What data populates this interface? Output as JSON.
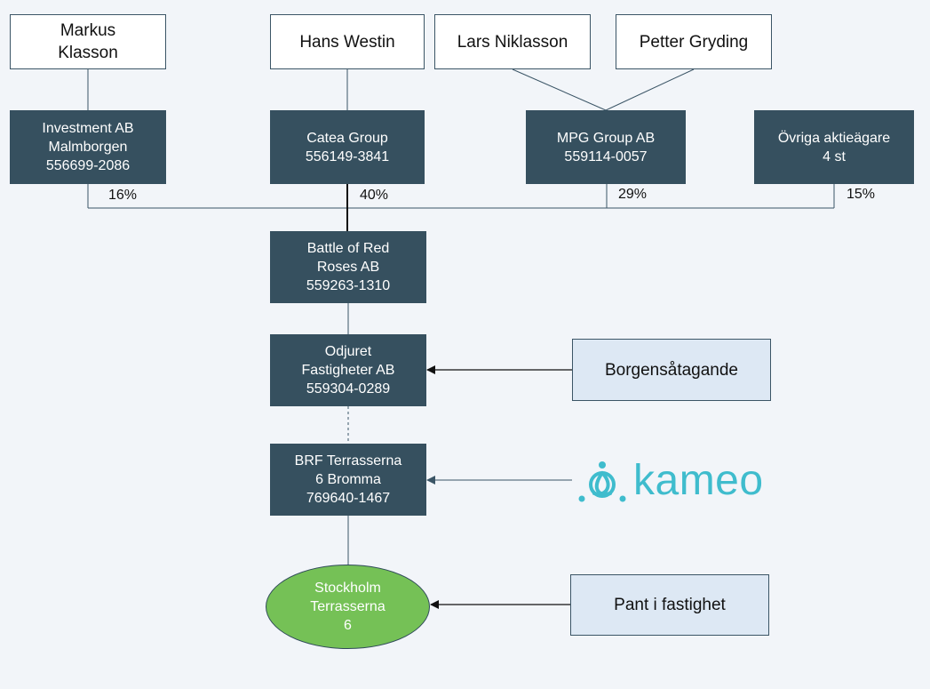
{
  "persons": {
    "markus": "Markus\nKlasson",
    "hans": "Hans Westin",
    "lars": "Lars Niklasson",
    "petter": "Petter Gryding"
  },
  "owners": {
    "investment": "Investment AB\nMalmborgen\n556699-2086",
    "catea": "Catea Group\n556149-3841",
    "mpg": "MPG Group AB\n559114-0057",
    "ovriga": "Övriga aktieägare\n4 st"
  },
  "shares": {
    "investment": "16%",
    "catea": "40%",
    "mpg": "29%",
    "ovriga": "15%"
  },
  "chain": {
    "battle": "Battle of Red\nRoses AB\n559263-1310",
    "odjuret": "Odjuret\nFastigheter AB\n559304-0289",
    "brf": "BRF Terrasserna\n6 Bromma\n769640-1467"
  },
  "property": "Stockholm\nTerrasserna\n6",
  "side": {
    "borgen": "Borgensåtagande",
    "pant": "Pant i fastighet"
  },
  "logo": {
    "text": "kameo",
    "icon": "kameo-knot-icon",
    "color": "#3fbccd"
  },
  "colors": {
    "company": "#36505f",
    "side": "#dde8f4",
    "property": "#75c156",
    "background": "#f2f5f9"
  }
}
